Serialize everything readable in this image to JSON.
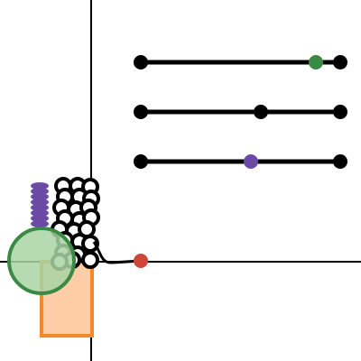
{
  "slider_tracks": [
    {
      "name": "slider-1",
      "marker_color": "#3a8a45",
      "marker_kind": "green-dot"
    },
    {
      "name": "slider-2",
      "marker_color": "#000000",
      "marker_kind": "black-dot"
    },
    {
      "name": "slider-3",
      "marker_color": "#6a4aa5",
      "marker_kind": "purple-dot"
    }
  ],
  "colors": {
    "axis": "#000000",
    "track": "#000000",
    "purple": "#6a4aa5",
    "green_fill": "#a9d3a4",
    "green_stroke": "#3a8a45",
    "orange_fill": "#fdcda7",
    "orange_stroke": "#f08a2a",
    "red": "#d0453a",
    "ring": "#000000",
    "ring_inner": "#ffffff"
  },
  "icons": {
    "coil": "purple-coil-icon",
    "circle": "green-circle-icon",
    "cluster": "ring-cluster-icon",
    "dot": "red-dot-icon"
  }
}
